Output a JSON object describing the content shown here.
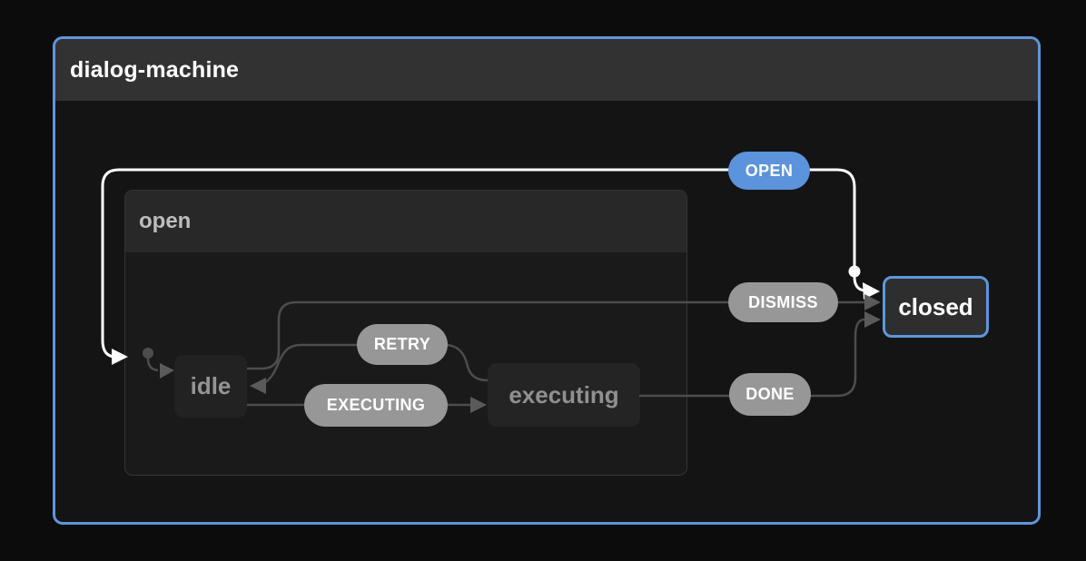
{
  "machine": {
    "title": "dialog-machine"
  },
  "states": {
    "open": {
      "label": "open",
      "type": "compound",
      "initial_child": "idle"
    },
    "idle": {
      "label": "idle",
      "parent": "open"
    },
    "executing": {
      "label": "executing",
      "parent": "open"
    },
    "closed": {
      "label": "closed",
      "type": "atomic"
    }
  },
  "initial_state": "closed",
  "events": {
    "open": "OPEN",
    "dismiss": "DISMISS",
    "retry": "RETRY",
    "executing": "EXECUTING",
    "done": "DONE"
  },
  "transitions": [
    {
      "event": "OPEN",
      "from": "closed",
      "to": "open",
      "highlighted": true
    },
    {
      "event": "DISMISS",
      "from": "open",
      "to": "closed",
      "highlighted": false
    },
    {
      "event": "RETRY",
      "from": "executing",
      "to": "idle",
      "highlighted": false
    },
    {
      "event": "EXECUTING",
      "from": "idle",
      "to": "executing",
      "highlighted": false
    },
    {
      "event": "DONE",
      "from": "executing",
      "to": "closed",
      "highlighted": false
    }
  ],
  "colors": {
    "machine_border": "#5b97de",
    "selected_state_border": "#5b97de",
    "event_pill_blue": "#5b93dd",
    "event_pill_gray": "#979797",
    "edge_gray": "#4d4d4d",
    "edge_highlight": "#ffffff",
    "canvas_background": "#0c0c0c"
  }
}
